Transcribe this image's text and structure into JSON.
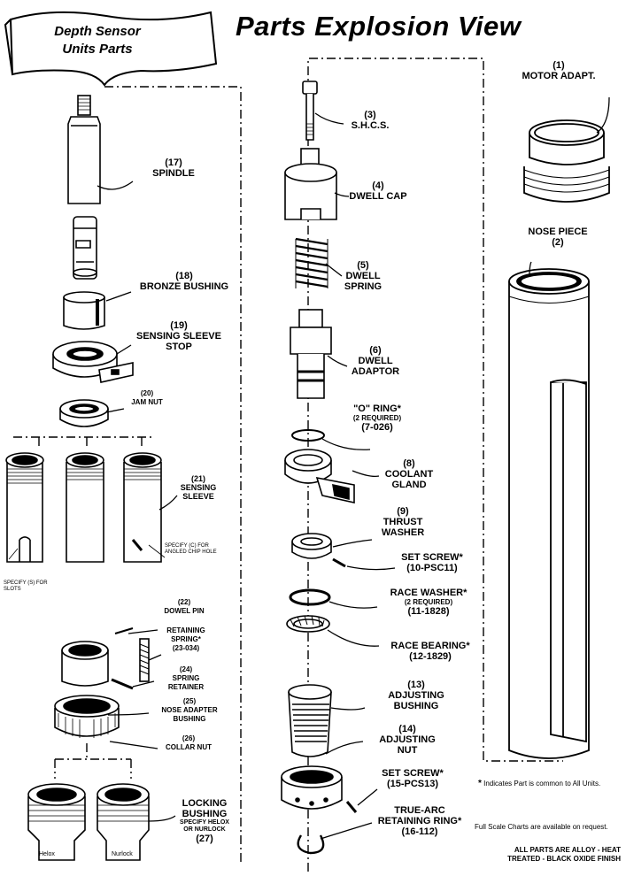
{
  "header": {
    "title": "Parts Explosion View",
    "banner_line1": "Depth Sensor",
    "banner_line2": "Units Parts"
  },
  "parts": {
    "p1": {
      "num": "(1)",
      "name": "MOTOR ADAPT."
    },
    "p2": {
      "name": "NOSE PIECE",
      "num": "(2)"
    },
    "p3": {
      "num": "(3)",
      "name": "S.H.C.S."
    },
    "p4": {
      "num": "(4)",
      "name": "DWELL CAP"
    },
    "p5": {
      "num": "(5)",
      "name1": "DWELL",
      "name2": "SPRING"
    },
    "p6": {
      "num": "(6)",
      "name1": "DWELL",
      "name2": "ADAPTOR"
    },
    "p7": {
      "name": "\"O\" RING*",
      "req": "(2 REQUIRED)",
      "code": "(7-026)"
    },
    "p8": {
      "num": "(8)",
      "name1": "COOLANT",
      "name2": "GLAND"
    },
    "p9": {
      "num": "(9)",
      "name1": "THRUST",
      "name2": "WASHER"
    },
    "p10": {
      "name": "SET SCREW*",
      "code": "(10-PSC11)"
    },
    "p11": {
      "name": "RACE WASHER*",
      "req": "(2 REQUIRED)",
      "code": "(11-1828)"
    },
    "p12": {
      "name": "RACE BEARING*",
      "code": "(12-1829)"
    },
    "p13": {
      "num": "(13)",
      "name1": "ADJUSTING",
      "name2": "BUSHING"
    },
    "p14": {
      "num": "(14)",
      "name1": "ADJUSTING",
      "name2": "NUT"
    },
    "p15": {
      "name": "SET SCREW*",
      "code": "(15-PCS13)"
    },
    "p16": {
      "name1": "TRUE-ARC",
      "name2": "RETAINING RING*",
      "code": "(16-112)"
    },
    "p17": {
      "num": "(17)",
      "name": "SPINDLE"
    },
    "p18": {
      "num": "(18)",
      "name": "BRONZE BUSHING"
    },
    "p19": {
      "num": "(19)",
      "name1": "SENSING SLEEVE",
      "name2": "STOP"
    },
    "p20": {
      "num": "(20)",
      "name": "JAM NUT"
    },
    "p21": {
      "num": "(21)",
      "name1": "SENSING",
      "name2": "SLEEVE",
      "spec_a1": "SPECIFY (C) FOR",
      "spec_a2": "ANGLED CHIP HOLE",
      "spec_b1": "SPECIFY (S) FOR",
      "spec_b2": "SLOTS"
    },
    "p22": {
      "num": "(22)",
      "name": "DOWEL PIN"
    },
    "p23": {
      "name1": "RETAINING",
      "name2": "SPRING*",
      "code": "(23-034)"
    },
    "p24": {
      "num": "(24)",
      "name1": "SPRING",
      "name2": "RETAINER"
    },
    "p25": {
      "num": "(25)",
      "name1": "NOSE ADAPTER",
      "name2": "BUSHING"
    },
    "p26": {
      "num": "(26)",
      "name": "COLLAR NUT"
    },
    "p27": {
      "name1": "LOCKING",
      "name2": "BUSHING",
      "spec1": "SPECIFY HELOX",
      "spec2": "OR NURLOCK",
      "num": "(27)",
      "helox": "Helox",
      "nurlock": "Nurlock"
    }
  },
  "notes": {
    "common": "Indicates Part is common to All Units.",
    "common_star": "*",
    "charts": "Full Scale Charts are available on request.",
    "finish1": "ALL PARTS ARE ALLOY - HEAT",
    "finish2": "TREATED - BLACK OXIDE FINISH"
  }
}
